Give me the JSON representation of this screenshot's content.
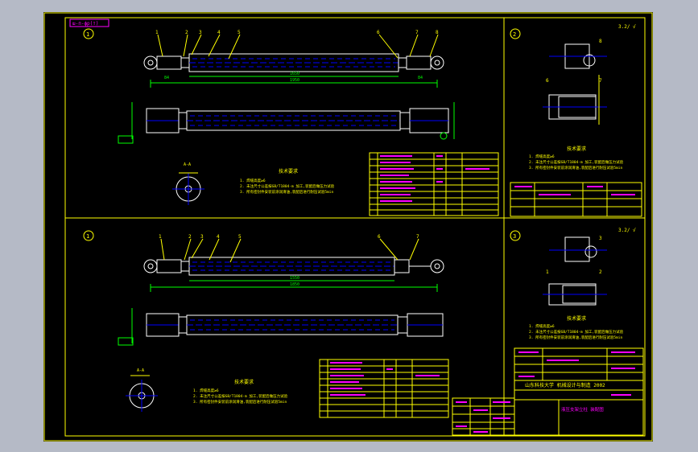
{
  "colors": {
    "viewport": "#b5bac6",
    "canvas": "#000000",
    "border": "#ffff00",
    "outline": "#ffffff",
    "dimension": "#00ff00",
    "centerline": "#0000ff",
    "text_main": "#ffff00",
    "text_table": "#ff00ff",
    "leader": "#ffff00"
  },
  "drawing": {
    "tag": "ш-п-фр(т)",
    "views": {
      "top_left": {
        "label": "1",
        "part_numbers": [
          "1",
          "2",
          "3",
          "4",
          "5",
          "6",
          "7",
          "8"
        ]
      },
      "bottom_left": {
        "label": "1",
        "part_numbers": [
          "1",
          "2",
          "3",
          "4",
          "5",
          "6",
          "7"
        ]
      },
      "top_right": {
        "label": "2",
        "part_numbers": [
          "6",
          "7",
          "8"
        ]
      },
      "bottom_right": {
        "label": "3",
        "part_numbers": [
          "1",
          "2",
          "3"
        ]
      }
    },
    "dimensions": {
      "top_overall": "1950",
      "top_inner": "1650",
      "bottom_overall": "1850",
      "bottom_inner": "1550",
      "left_small": "84",
      "right_small": "84"
    },
    "section_mark": "A-A",
    "tech_req_title": "技术要求",
    "tech_req_lines": [
      "1. 焊缝高度≥6",
      "2. 未注尺寸公差按GB/T1804-m 加工,装配后做压力试验",
      "3. 所有密封件安装前涂润滑油,装配后进行耐压试验5min"
    ],
    "roughness": "3.2/ √",
    "title_block_main": "山东科技大学  机械设计与制造 2002",
    "title_block_sub": "液压支架立柱 装配图"
  }
}
